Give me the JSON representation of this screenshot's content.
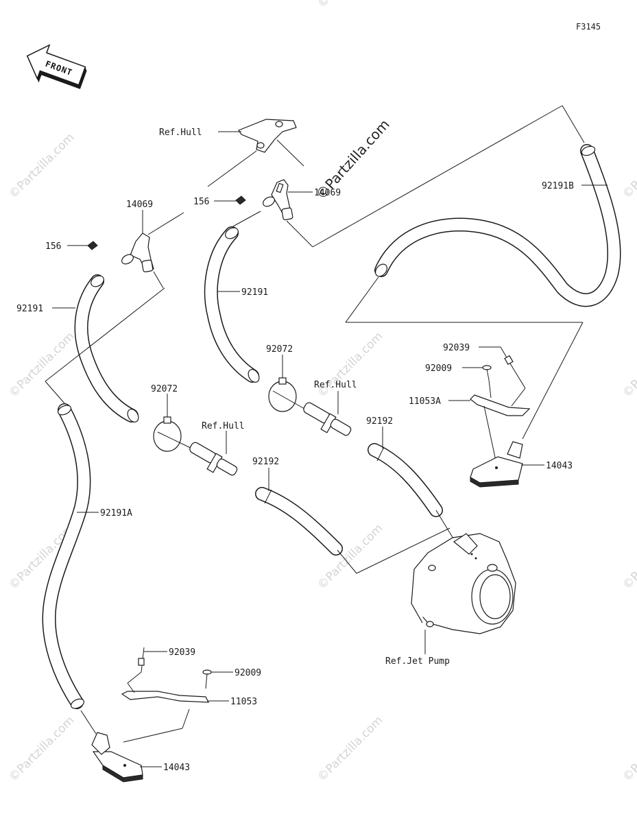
{
  "figure_code": "F3145",
  "front_label": "FRONT",
  "watermark_main": "©Partzilla.com",
  "watermark_repeat": "©Partzilla.com",
  "labels": {
    "ref_hull_top": "Ref.Hull",
    "part_156_right": "156",
    "part_14069_right": "14069",
    "part_14069_left": "14069",
    "part_156_left": "156",
    "part_92191_left": "92191",
    "part_92191_mid": "92191",
    "part_92191B": "92191B",
    "part_92072_right": "92072",
    "part_92072_left": "92072",
    "ref_hull_mid_right": "Ref.Hull",
    "ref_hull_mid_left": "Ref.Hull",
    "part_92192_right": "92192",
    "part_92192_left": "92192",
    "part_92039_right": "92039",
    "part_92009_right": "92009",
    "part_11053A": "11053A",
    "part_14043_right": "14043",
    "part_92191A": "92191A",
    "ref_jet_pump": "Ref.Jet Pump",
    "part_92039_left": "92039",
    "part_92009_left": "92009",
    "part_11053": "11053",
    "part_14043_left": "14043"
  }
}
